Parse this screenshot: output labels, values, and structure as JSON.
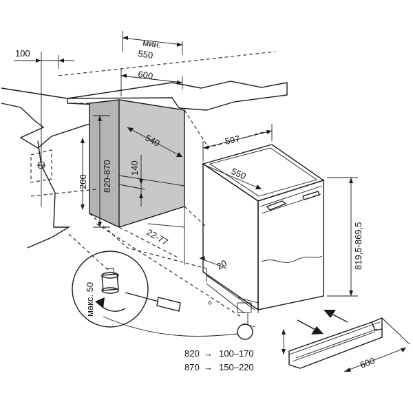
{
  "dimensions": {
    "width_min_label": "мин.",
    "width_min_value": "550",
    "side_gap": "100",
    "niche_width": "600",
    "niche_depth": "540",
    "appliance_width": "597",
    "appliance_depth": "550",
    "appliance_height": "819,5-869,5",
    "niche_height": "820-870",
    "vent_height": "200",
    "plinth_height": "140",
    "plinth_depth": "22-77",
    "door_offset": "20",
    "max_foot": "макс. 50",
    "plinth_length": "600"
  },
  "height_table": [
    {
      "from": "820",
      "arrow1": "→",
      "mid": "100–170"
    },
    {
      "from": "870",
      "arrow1": "→",
      "mid": "150–220"
    }
  ],
  "colors": {
    "niche_shade": "#b4b4b4",
    "line": "#1a1a1a",
    "background": "#ffffff"
  }
}
